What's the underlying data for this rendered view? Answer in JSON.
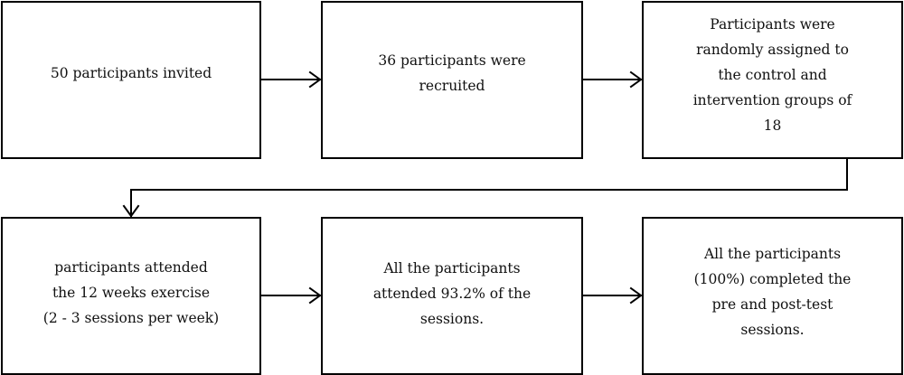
{
  "flow": {
    "steps": [
      {
        "lines": [
          "50 participants invited"
        ]
      },
      {
        "lines": [
          "36 participants were",
          "recruited"
        ]
      },
      {
        "lines": [
          "Participants were",
          "randomly assigned to",
          "the control and",
          "intervention groups of",
          "18"
        ]
      },
      {
        "lines": [
          "participants attended",
          "the 12 weeks exercise",
          "(2 - 3 sessions per week)"
        ]
      },
      {
        "lines": [
          "All the participants",
          "attended 93.2% of the",
          "sessions."
        ]
      },
      {
        "lines": [
          "All the participants",
          "(100%) completed the",
          "pre and post-test",
          "sessions."
        ]
      }
    ],
    "connectors": [
      {
        "from": 0,
        "to": 1
      },
      {
        "from": 1,
        "to": 2
      },
      {
        "from": 2,
        "to": 3
      },
      {
        "from": 3,
        "to": 4
      },
      {
        "from": 4,
        "to": 5
      }
    ]
  },
  "colors": {
    "stroke": "#000000",
    "text": "#111111",
    "background": "#ffffff"
  }
}
